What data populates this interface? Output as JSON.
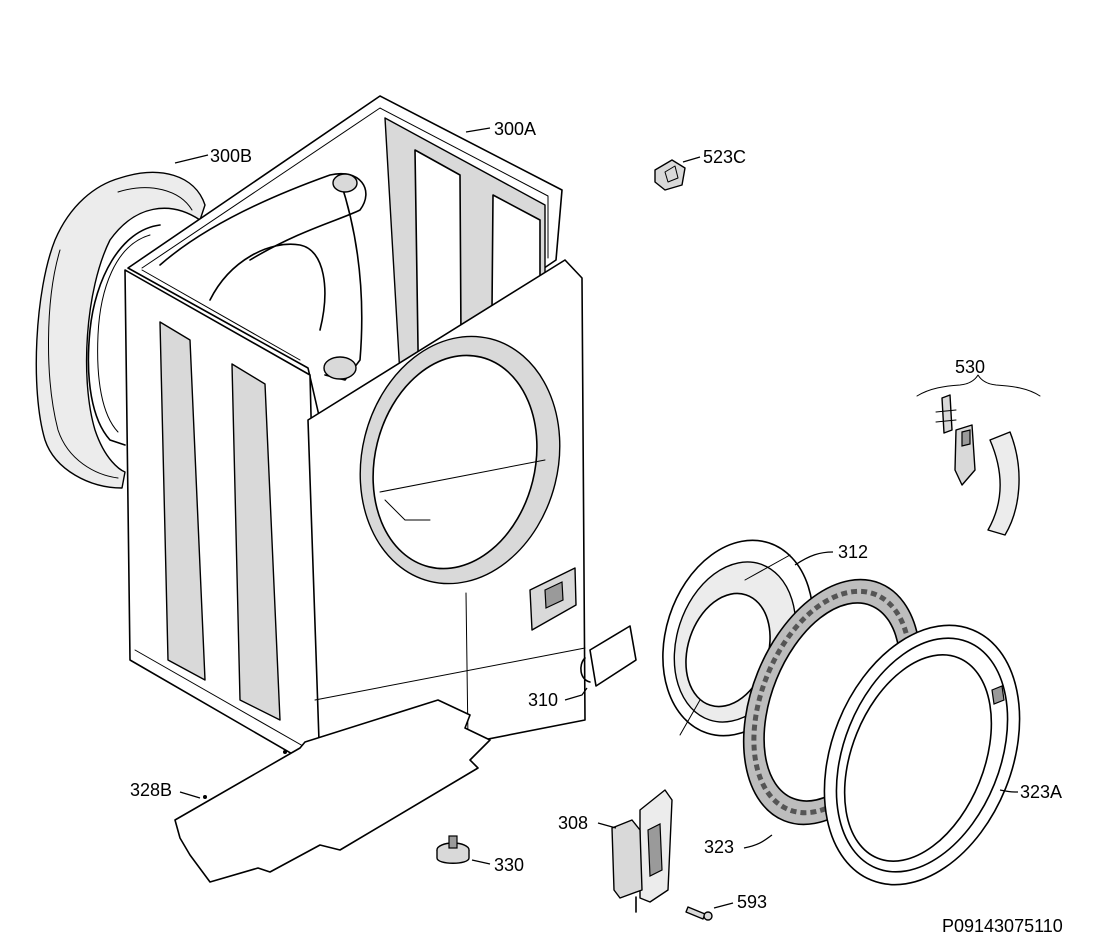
{
  "labels": {
    "l300A": "300A",
    "l300B": "300B",
    "l523C": "523C",
    "l530": "530",
    "l312": "312",
    "l310": "310",
    "l323A": "323A",
    "l328B": "328B",
    "l308": "308",
    "l323": "323",
    "l330": "330",
    "l593": "593"
  },
  "drawing_code": "P09143075110"
}
